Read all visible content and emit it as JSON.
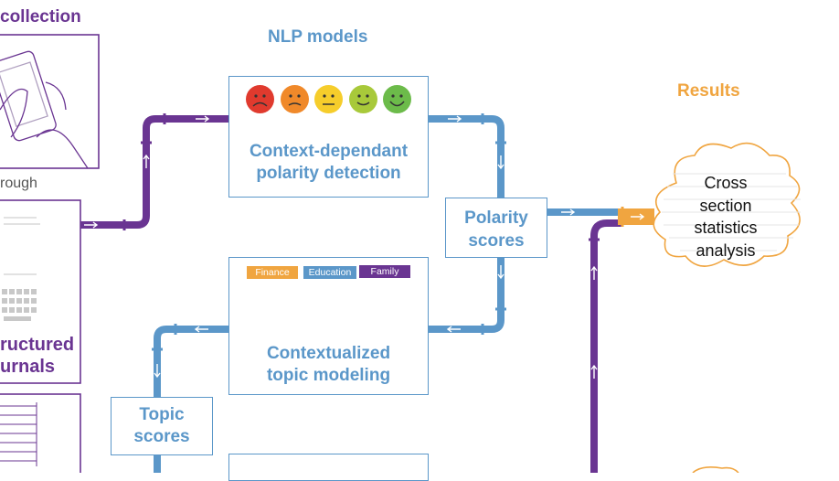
{
  "sections": {
    "collection_title": "collection",
    "nlp_title": "NLP models",
    "results_title": "Results"
  },
  "left": {
    "through_text": "rough",
    "structured_line1": "ructured",
    "structured_line2": "urnals"
  },
  "boxes": {
    "polarity_detection": {
      "line1": "Context-dependant",
      "line2": "polarity detection"
    },
    "polarity_scores": {
      "line1": "Polarity",
      "line2": "scores"
    },
    "topic_modeling": {
      "line1": "Contextualized",
      "line2": "topic modeling"
    },
    "topic_scores": {
      "line1": "Topic",
      "line2": "scores"
    }
  },
  "faces": [
    {
      "name": "very-sad",
      "color": "#e03a2e"
    },
    {
      "name": "sad",
      "color": "#f0892a"
    },
    {
      "name": "neutral",
      "color": "#f6cd2b"
    },
    {
      "name": "happy",
      "color": "#a8c93a"
    },
    {
      "name": "very-happy",
      "color": "#6cbb4a"
    }
  ],
  "topic_tags": [
    {
      "label": "Finance",
      "color": "#f0a540"
    },
    {
      "label": "Education",
      "color": "#5b97c9"
    },
    {
      "label": "Family",
      "color": "#6a3592"
    }
  ],
  "cloud": {
    "line1": "Cross",
    "line2": "section",
    "line3": "statistics",
    "line4": "analysis"
  },
  "colors": {
    "blue": "#5b97c9",
    "purple": "#6a3592",
    "orange": "#f0a540"
  }
}
